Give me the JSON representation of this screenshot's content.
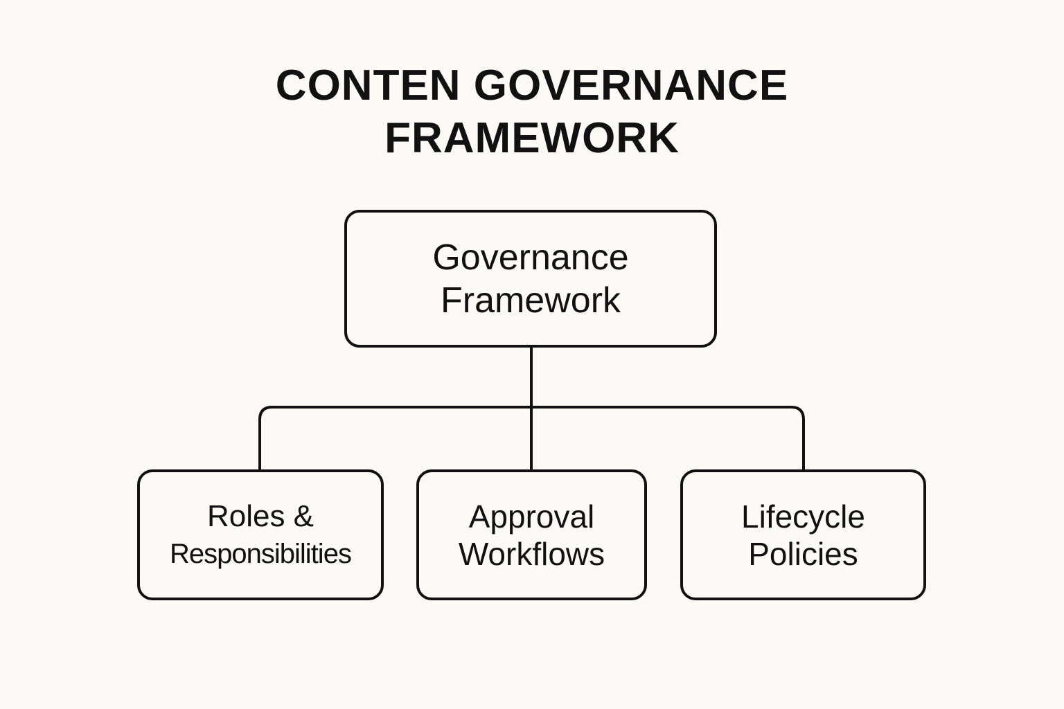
{
  "title": {
    "line1": "CONTEN GOVERNANCE",
    "line2": "FRAMEWORK"
  },
  "root": {
    "line1": "Governance",
    "line2": "Framework"
  },
  "children": [
    {
      "line1": "Roles &",
      "line2": "Responsibilities"
    },
    {
      "line1": "Approval",
      "line2": "Workflows"
    },
    {
      "line1": "Lifecycle",
      "line2": "Policies"
    }
  ]
}
